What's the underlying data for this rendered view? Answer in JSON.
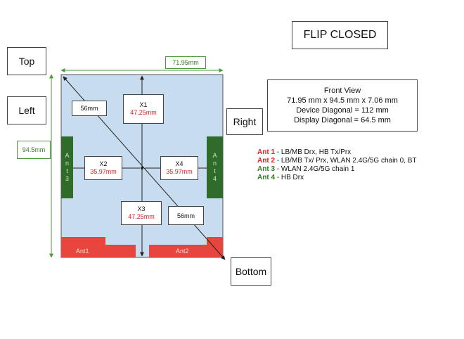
{
  "title": "FLIP CLOSED",
  "side_labels": {
    "top": "Top",
    "left": "Left",
    "right": "Right",
    "bottom": "Bottom"
  },
  "dims": {
    "width": "71.95mm",
    "height": "94.5mm"
  },
  "info": {
    "line1": "Front View",
    "line2": "71.95 mm x 94.5 mm x 7.06 mm",
    "line3": "Device Diagonal = 112 mm",
    "line4": "Display Diagonal = 64.5 mm"
  },
  "measures": {
    "diag1": "56mm",
    "diag2": "56mm",
    "x1": {
      "name": "X1",
      "value": "47.25mm"
    },
    "x2": {
      "name": "X2",
      "value": "35.97mm"
    },
    "x3": {
      "name": "X3",
      "value": "47.25mm"
    },
    "x4": {
      "name": "X4",
      "value": "35.97mm"
    }
  },
  "antennas": {
    "ant1": "Ant1",
    "ant2": "Ant2",
    "ant3_chars": [
      "A",
      "n",
      "t",
      "3"
    ],
    "ant4_chars": [
      "A",
      "n",
      "t",
      "4"
    ]
  },
  "legend": [
    {
      "name": "Ant 1",
      "desc": " - LB/MB Drx, HB Tx/Prx",
      "color": "#e02020"
    },
    {
      "name": "Ant 2",
      "desc": " - LB/MB Tx/ Prx, WLAN 2.4G/5G chain 0, BT",
      "color": "#e02020"
    },
    {
      "name": "Ant 3",
      "desc": " - WLAN 2.4G/5G chain 1",
      "color": "#2f7a22"
    },
    {
      "name": "Ant 4",
      "desc": " - HB Drx",
      "color": "#2f7a22"
    }
  ],
  "colors": {
    "device_fill": "#c8dcf0",
    "antenna_red": "#e8453c",
    "antenna_green": "#2f6b2a",
    "dim_green": "#4a9a3a"
  }
}
